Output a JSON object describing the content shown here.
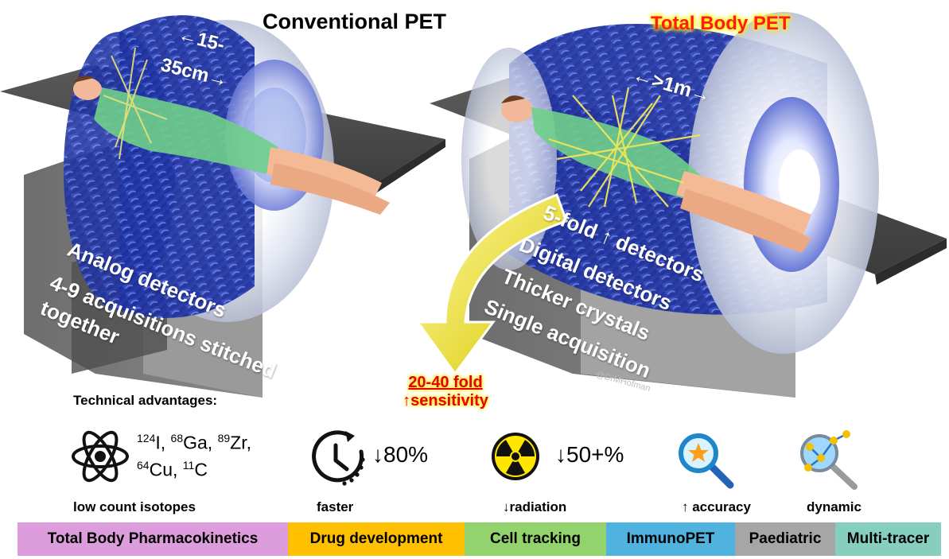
{
  "titles": {
    "conventional": "Conventional PET",
    "total_body": "Total Body PET"
  },
  "conventional": {
    "axial_length_line1": "←15-",
    "axial_length_line2": "35cm→",
    "detectors": "Analog detectors",
    "acquisition_line1": "4-9 acquisitions stitched",
    "acquisition_line2": "together"
  },
  "total_body": {
    "axial_length": "←>1m→",
    "detector_count": "5-fold ↑ detectors",
    "detectors": "Digital  detectors",
    "crystals": "Thicker crystals",
    "acquisition": "Single acquisition"
  },
  "sensitivity": {
    "line1": "20-40 fold",
    "line2": "↑sensitivity"
  },
  "watermark": "@DrMHofman",
  "technical_advantages": {
    "heading": "Technical advantages:",
    "items": [
      {
        "icon": "atom-icon",
        "label": "low count isotopes",
        "isotopes_line1": [
          {
            "mass": "124",
            "el": "I"
          },
          {
            "mass": "68",
            "el": "Ga"
          },
          {
            "mass": "89",
            "el": "Zr"
          }
        ],
        "isotopes_line2": [
          {
            "mass": "64",
            "el": "Cu"
          },
          {
            "mass": "11",
            "el": "C"
          }
        ]
      },
      {
        "icon": "stopwatch-icon",
        "value": "↓80%",
        "label": "faster"
      },
      {
        "icon": "radiation-icon",
        "value": "↓50+%",
        "label": "↓radiation"
      },
      {
        "icon": "magnifier-star-icon",
        "label": "↑ accuracy"
      },
      {
        "icon": "magnifier-network-icon",
        "label": "dynamic"
      }
    ]
  },
  "applications": [
    {
      "label": "Total Body Pharmacokinetics",
      "color": "#dd9ddd"
    },
    {
      "label": "Drug development",
      "color": "#ffc000"
    },
    {
      "label": "Cell tracking",
      "color": "#92d36e"
    },
    {
      "label": "ImmunoPET",
      "color": "#4fb2df"
    },
    {
      "label": "Paediatric",
      "color": "#a6a6a6"
    },
    {
      "label": "Multi-tracer",
      "color": "#86cfbf"
    }
  ]
}
